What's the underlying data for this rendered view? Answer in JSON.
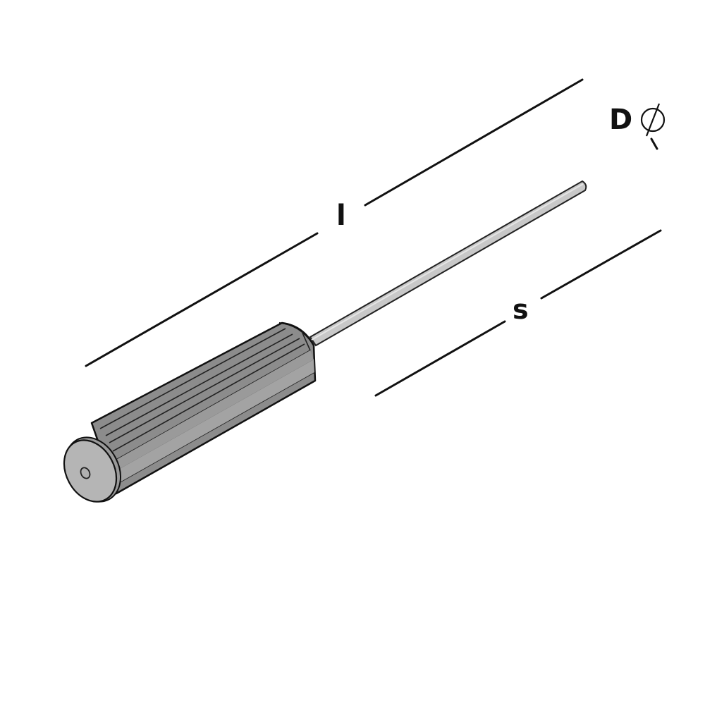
{
  "diagram": {
    "type": "technical-dimension-drawing",
    "subject": "ribbed cylindrical handle with thin rod/shaft",
    "labels": {
      "overall_length": "l",
      "shaft_length": "s",
      "diameter": "D",
      "diameter_symbol": "⌀"
    },
    "colors": {
      "line": "#111111",
      "handle_fill": "#8c8c8c",
      "handle_light": "#a8a8a8",
      "end_cap_fill": "#b5b5b5",
      "shaft_fill": "#c8c8c8",
      "background": "#ffffff"
    }
  }
}
